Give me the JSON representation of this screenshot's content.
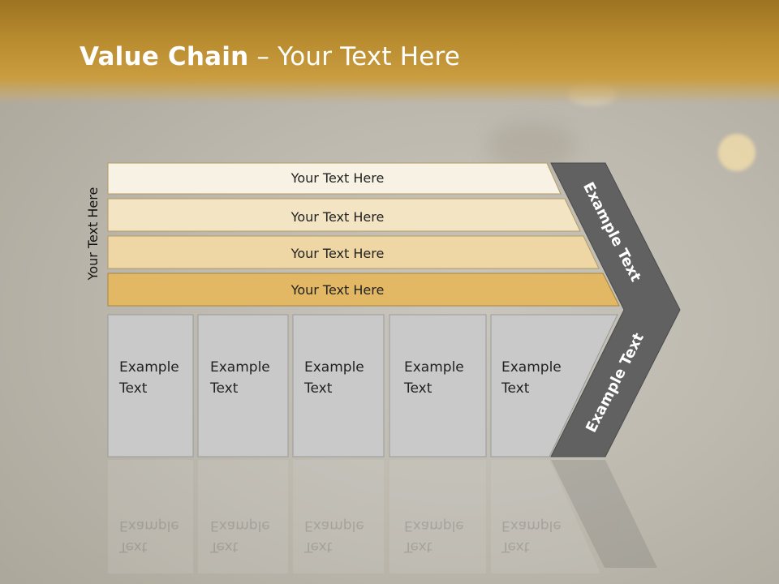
{
  "title": {
    "bold": "Value Chain",
    "rest": " – Your Text Here"
  },
  "side_label": "Your Text Here",
  "rows": [
    {
      "label": "Your Text Here",
      "fill": "#f8f2e4"
    },
    {
      "label": "Your Text Here",
      "fill": "#f3e4c3"
    },
    {
      "label": "Your Text Here",
      "fill": "#eed7a4"
    },
    {
      "label": "Your Text Here",
      "fill": "#e2b865"
    }
  ],
  "columns": [
    {
      "line1": "Example",
      "line2": "Text"
    },
    {
      "line1": "Example",
      "line2": "Text"
    },
    {
      "line1": "Example",
      "line2": "Text"
    },
    {
      "line1": "Example",
      "line2": "Text"
    },
    {
      "line1": "Example",
      "line2": "Text"
    }
  ],
  "arrow": {
    "upper": "Example Text",
    "lower": "Example Text",
    "fill": "#616161"
  },
  "colors": {
    "header": "#b98c2f",
    "column_fill": "#c9c9c9"
  }
}
